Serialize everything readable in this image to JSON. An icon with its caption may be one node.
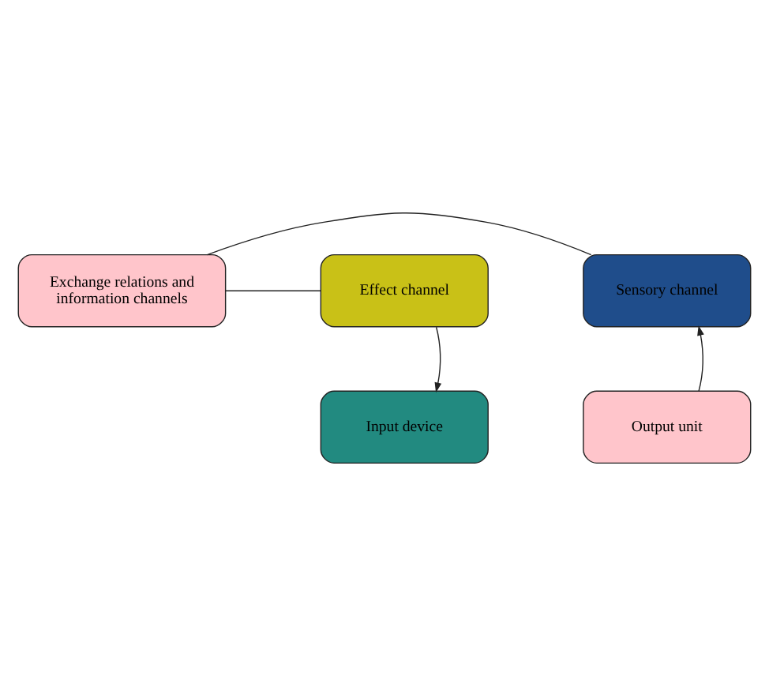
{
  "diagram": {
    "nodes": [
      {
        "text": [
          "Exchange relations and information channels"
        ]
      },
      {
        "text": [
          "Effect channel"
        ]
      },
      {
        "text": [
          "Sensory channel"
        ]
      },
      {
        "text": [
          "Input device"
        ]
      },
      {
        "text": [
          "Output unit"
        ]
      }
    ],
    "edges": [
      {
        "from": 0,
        "to": 1,
        "arrow": "none"
      },
      {
        "from": 0,
        "to": 2,
        "arrow": "none"
      },
      {
        "from": 1,
        "to": 3,
        "arrow": "to"
      },
      {
        "from": 4,
        "to": 2,
        "arrow": "to"
      }
    ]
  }
}
